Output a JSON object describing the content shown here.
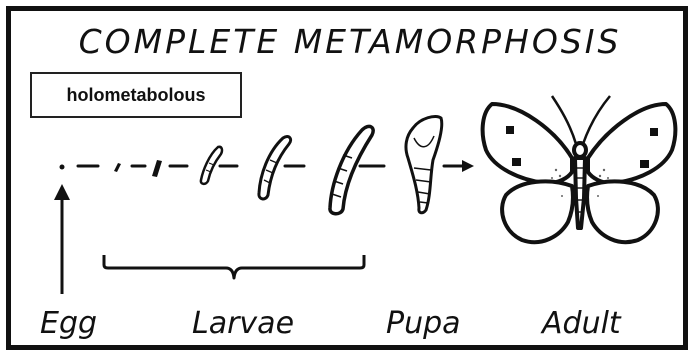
{
  "title": "COMPLETE METAMORPHOSIS",
  "tag": "holometabolous",
  "stages": {
    "egg": "Egg",
    "larvae": "Larvae",
    "pupa": "Pupa",
    "adult": "Adult"
  }
}
